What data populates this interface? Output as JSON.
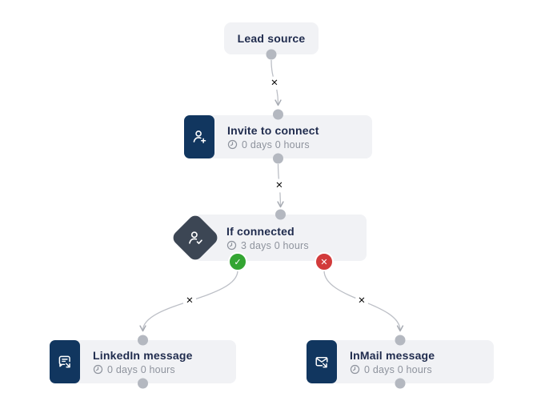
{
  "canvas_name": "campaign-sequence-flow",
  "colors": {
    "background": "#ffffff",
    "node_body": "#f1f2f5",
    "step_icon_bg": "#11365f",
    "condition_icon_bg": "#3c4654",
    "title_text": "#1f2b4d",
    "delay_text": "#8e939d",
    "wire": "#bcbfc6",
    "connection_dot": "#b4b8c0",
    "delete_x": "#0c0c0c",
    "success_badge": "#33a532",
    "failure_badge": "#d23b3b"
  },
  "glyphs": {
    "delete_x": "✕",
    "success_check": "✓",
    "failure_x": "✕"
  },
  "icons": {
    "invite": "user-plus-icon",
    "condition": "user-check-icon",
    "linkedin": "chat-send-icon",
    "inmail": "mail-send-icon",
    "delay": "clock-icon"
  },
  "nodes": {
    "lead_source": {
      "title": "Lead source"
    },
    "invite_to_connect": {
      "title": "Invite to connect",
      "delay": "0 days 0 hours"
    },
    "if_connected": {
      "title": "If connected",
      "delay": "3 days 0 hours"
    },
    "linkedin_message": {
      "title": "LinkedIn message",
      "delay": "0 days 0 hours"
    },
    "inmail_message": {
      "title": "InMail message",
      "delay": "0 days 0 hours"
    }
  }
}
